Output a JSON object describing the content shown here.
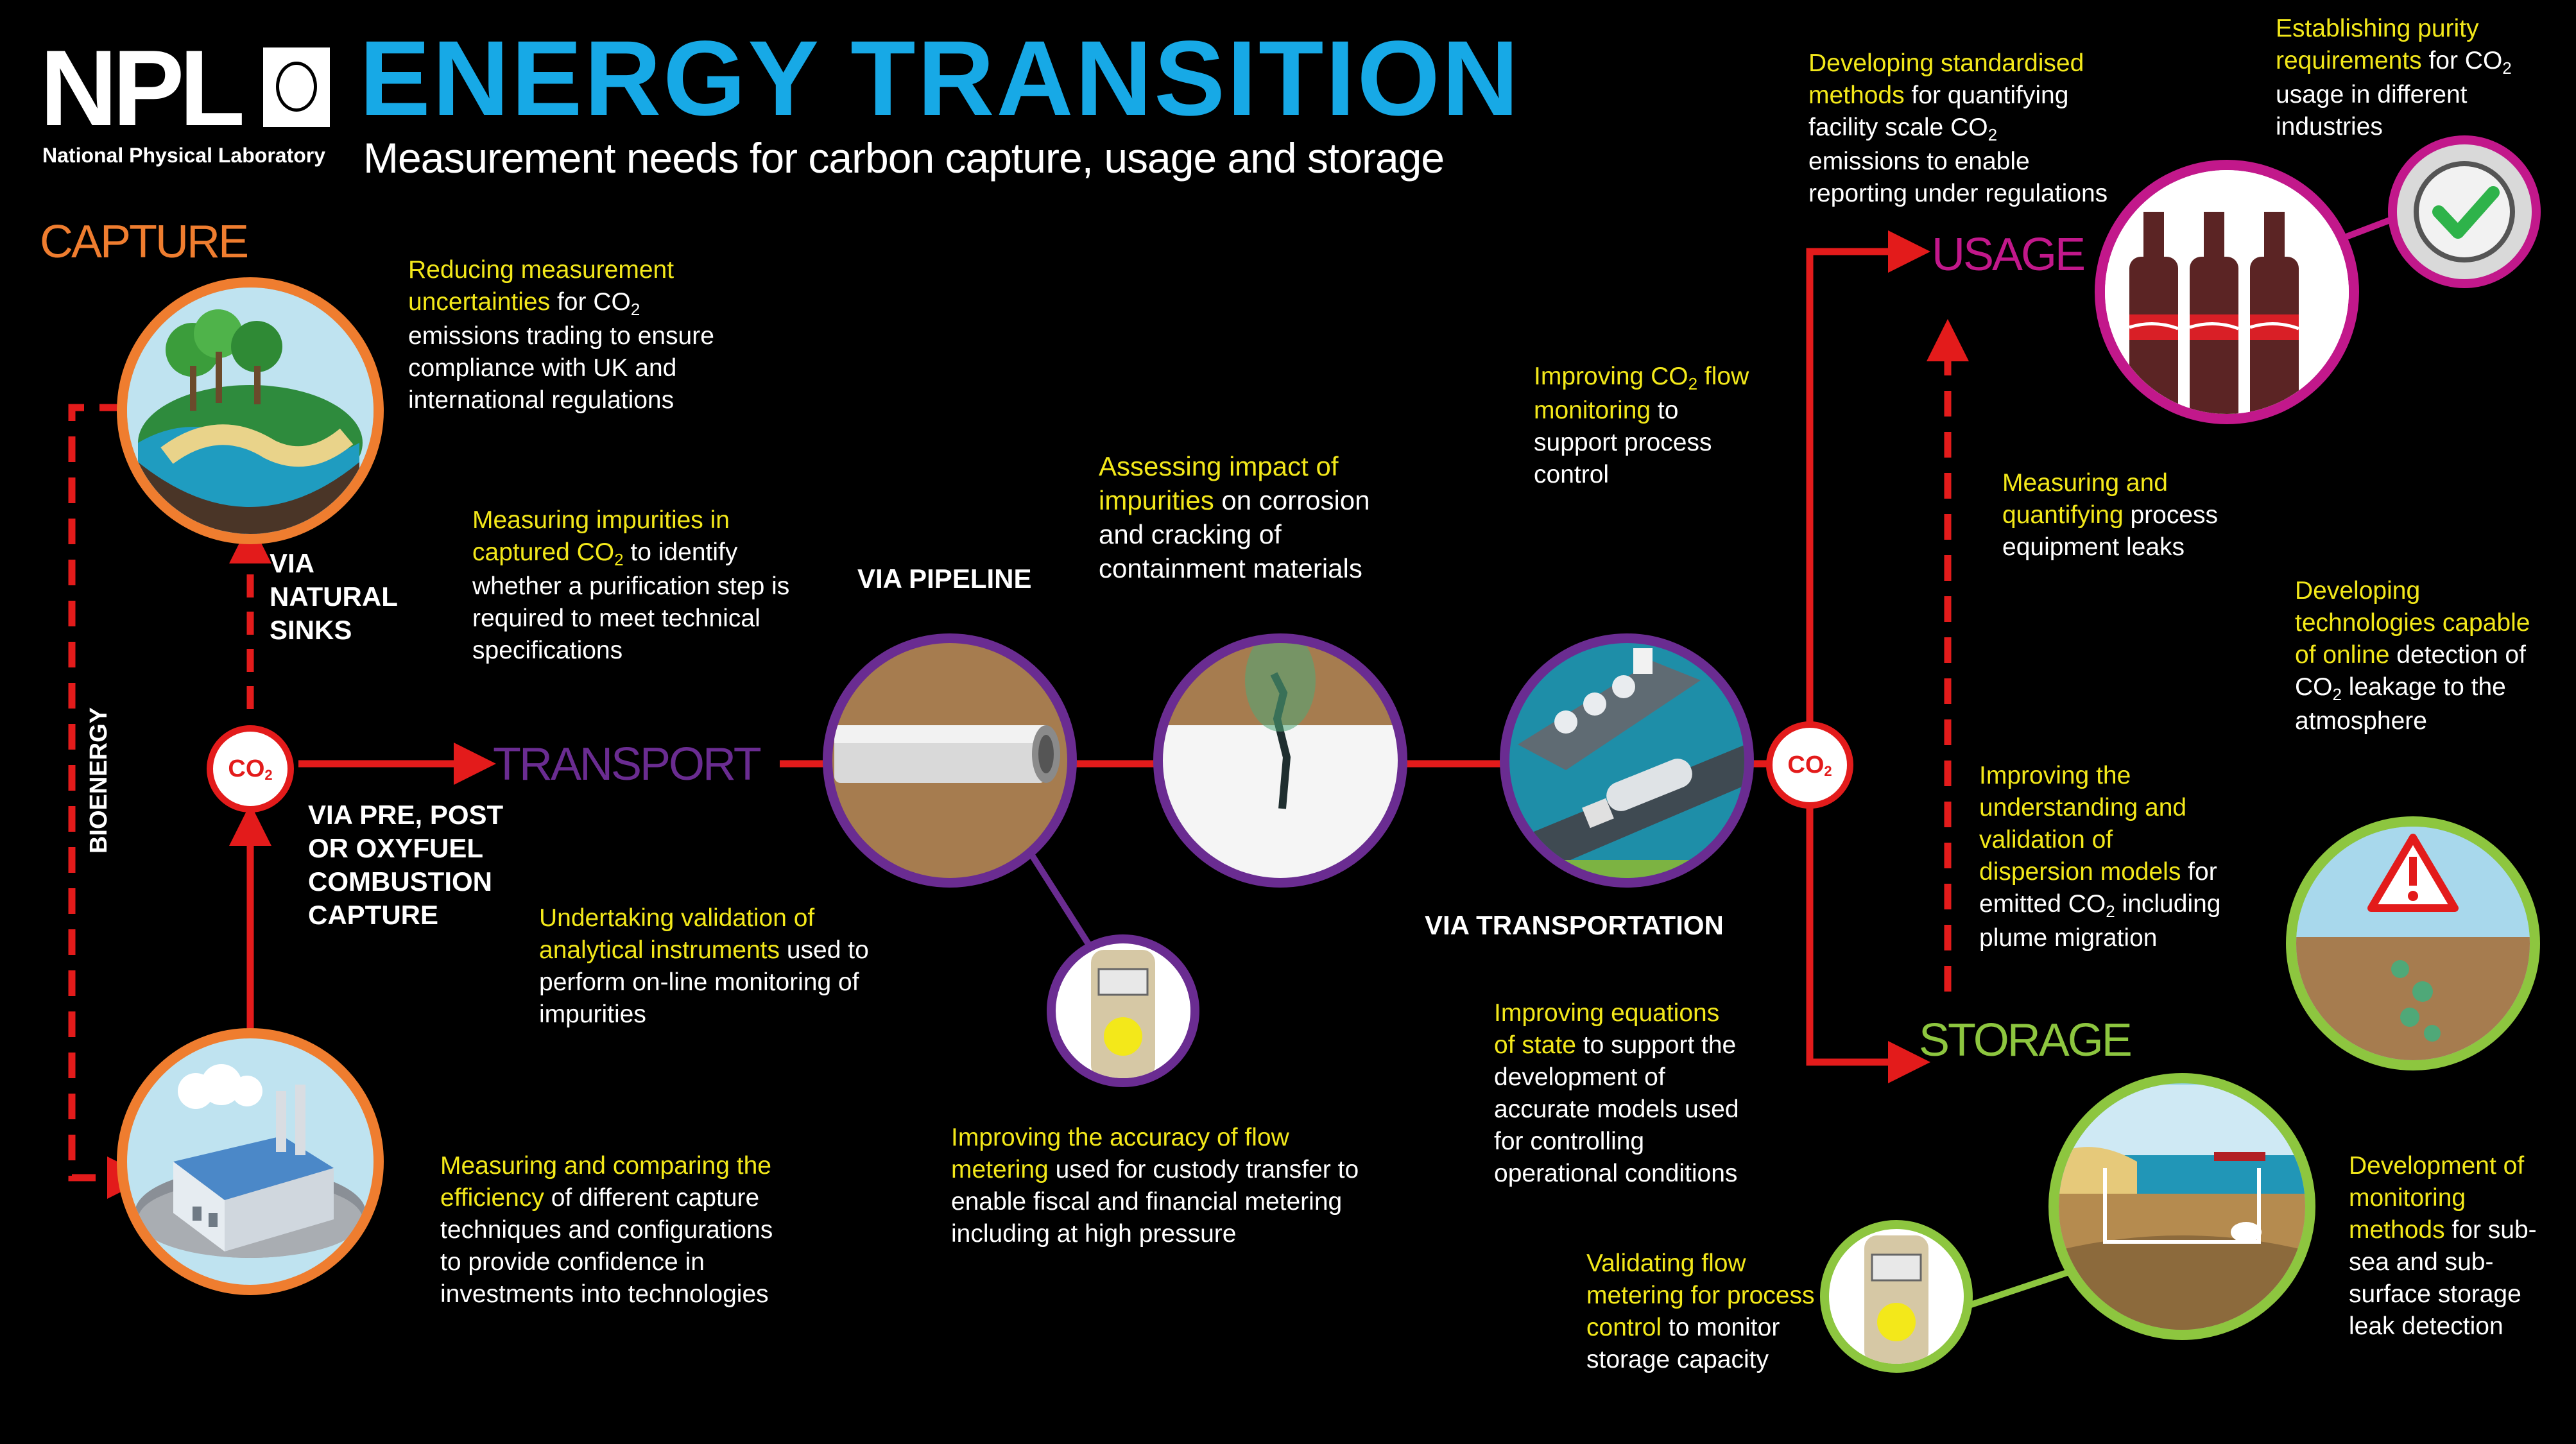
{
  "header": {
    "logo_text": "NPL",
    "logo_subtitle": "National Physical Laboratory",
    "title": "ENERGY TRANSITION",
    "subtitle": "Measurement needs for carbon capture, usage and storage"
  },
  "stages": {
    "capture": "CAPTURE",
    "transport": "TRANSPORT",
    "usage": "USAGE",
    "storage": "STORAGE"
  },
  "route_labels": {
    "bioenergy": "BIOENERGY",
    "natural_sinks": [
      "VIA",
      "NATURAL",
      "SINKS"
    ],
    "combustion": [
      "VIA PRE, POST",
      "OR OXYFUEL",
      "COMBUSTION",
      "CAPTURE"
    ],
    "pipeline": "VIA PIPELINE",
    "transportation": "VIA TRANSPORTATION"
  },
  "co2_node": {
    "label": "CO",
    "subscript": "2"
  },
  "notes": {
    "reducing_uncertainties": {
      "lines": [
        {
          "hl": "Reducing measurement"
        },
        {
          "hl": "uncertainties",
          "rest": " for CO",
          "sub": "2"
        },
        {
          "rest": "emissions trading to ensure"
        },
        {
          "rest": "compliance with UK and"
        },
        {
          "rest": "international regulations"
        }
      ]
    },
    "measuring_impurities": {
      "lines": [
        {
          "hl": "Measuring impurities in"
        },
        {
          "hl": "captured CO",
          "sub_hl": "2",
          "rest": " to identify"
        },
        {
          "rest": "whether a purification step is"
        },
        {
          "rest": "required to meet technical"
        },
        {
          "rest": "specifications"
        }
      ]
    },
    "assessing_impact": {
      "lines": [
        {
          "hl": "Assessing impact of"
        },
        {
          "hl": "impurities",
          "rest": " on corrosion"
        },
        {
          "rest": "and cracking of"
        },
        {
          "rest": "containment materials"
        }
      ]
    },
    "improving_flow_monitoring": {
      "lines": [
        {
          "hl": "Improving CO",
          "sub_hl": "2",
          "hl2": " flow"
        },
        {
          "hl": "monitoring",
          "rest": " to"
        },
        {
          "rest": "support process"
        },
        {
          "rest": "control"
        }
      ]
    },
    "standardised_methods": {
      "lines": [
        {
          "hl": "Developing standardised"
        },
        {
          "hl": "methods",
          "rest": " for quantifying"
        },
        {
          "rest": "facility scale CO",
          "sub": "2"
        },
        {
          "rest": "emissions to enable"
        },
        {
          "rest": "reporting under regulations"
        }
      ]
    },
    "purity_requirements": {
      "lines": [
        {
          "hl": "Establishing purity"
        },
        {
          "hl": "requirements",
          "rest": " for CO",
          "sub": "2"
        },
        {
          "rest": "usage in different"
        },
        {
          "rest": "industries"
        }
      ]
    },
    "equipment_leaks": {
      "lines": [
        {
          "hl": "Measuring and"
        },
        {
          "hl": "quantifying",
          "rest": " process"
        },
        {
          "rest": "equipment leaks"
        }
      ]
    },
    "online_detection": {
      "lines": [
        {
          "hl": "Developing"
        },
        {
          "hl": "technologies capable"
        },
        {
          "hl": "of online",
          "rest": " detection of"
        },
        {
          "rest": "CO",
          "sub": "2",
          "rest2": " leakage to the"
        },
        {
          "rest": "atmosphere"
        }
      ]
    },
    "dispersion_models": {
      "lines": [
        {
          "hl": "Improving the"
        },
        {
          "hl": "understanding and"
        },
        {
          "hl": "validation of"
        },
        {
          "hl": "dispersion models",
          "rest": " for"
        },
        {
          "rest": "emitted CO",
          "sub": "2",
          "rest2": " including"
        },
        {
          "rest": "plume migration"
        }
      ]
    },
    "analytical_instruments": {
      "lines": [
        {
          "hl": "Undertaking validation of"
        },
        {
          "hl": "analytical instruments",
          "rest": " used to"
        },
        {
          "rest": "perform on-line monitoring of"
        },
        {
          "rest": "impurities"
        }
      ]
    },
    "equations_of_state": {
      "lines": [
        {
          "hl": "Improving equations"
        },
        {
          "hl": "of state",
          "rest": " to support the"
        },
        {
          "rest": "development of"
        },
        {
          "rest": "accurate models used"
        },
        {
          "rest": "for controlling"
        },
        {
          "rest": "operational conditions"
        }
      ]
    },
    "capture_efficiency": {
      "lines": [
        {
          "hl": "Measuring and comparing the"
        },
        {
          "hl": "efficiency",
          "rest": " of different capture"
        },
        {
          "rest": "techniques and configurations"
        },
        {
          "rest": "to provide confidence in"
        },
        {
          "rest": "investments into technologies"
        }
      ]
    },
    "flow_metering_accuracy": {
      "lines": [
        {
          "hl": "Improving the accuracy of flow"
        },
        {
          "hl": "metering",
          "rest": " used for custody transfer to"
        },
        {
          "rest": "enable fiscal and financial metering"
        },
        {
          "rest": "including at high pressure"
        }
      ]
    },
    "validating_flow_metering": {
      "lines": [
        {
          "hl": "Validating flow"
        },
        {
          "hl": "metering for process"
        },
        {
          "hl": "control",
          "rest": " to monitor"
        },
        {
          "rest": "storage capacity"
        }
      ]
    },
    "subsea_monitoring": {
      "lines": [
        {
          "hl": "Development of"
        },
        {
          "hl": "monitoring"
        },
        {
          "hl": "methods",
          "rest": " for sub-"
        },
        {
          "rest": "sea and sub-"
        },
        {
          "rest": "surface storage"
        },
        {
          "rest": "leak detection"
        }
      ]
    }
  },
  "colors": {
    "background": "#000000",
    "title_blue": "#17a9e6",
    "highlight_yellow": "#f3e81a",
    "flow_red": "#e31b1b",
    "capture_orange": "#ef7d2f",
    "transport_purple": "#6a2c91",
    "usage_magenta": "#c2188b",
    "storage_green": "#8dc63f"
  }
}
